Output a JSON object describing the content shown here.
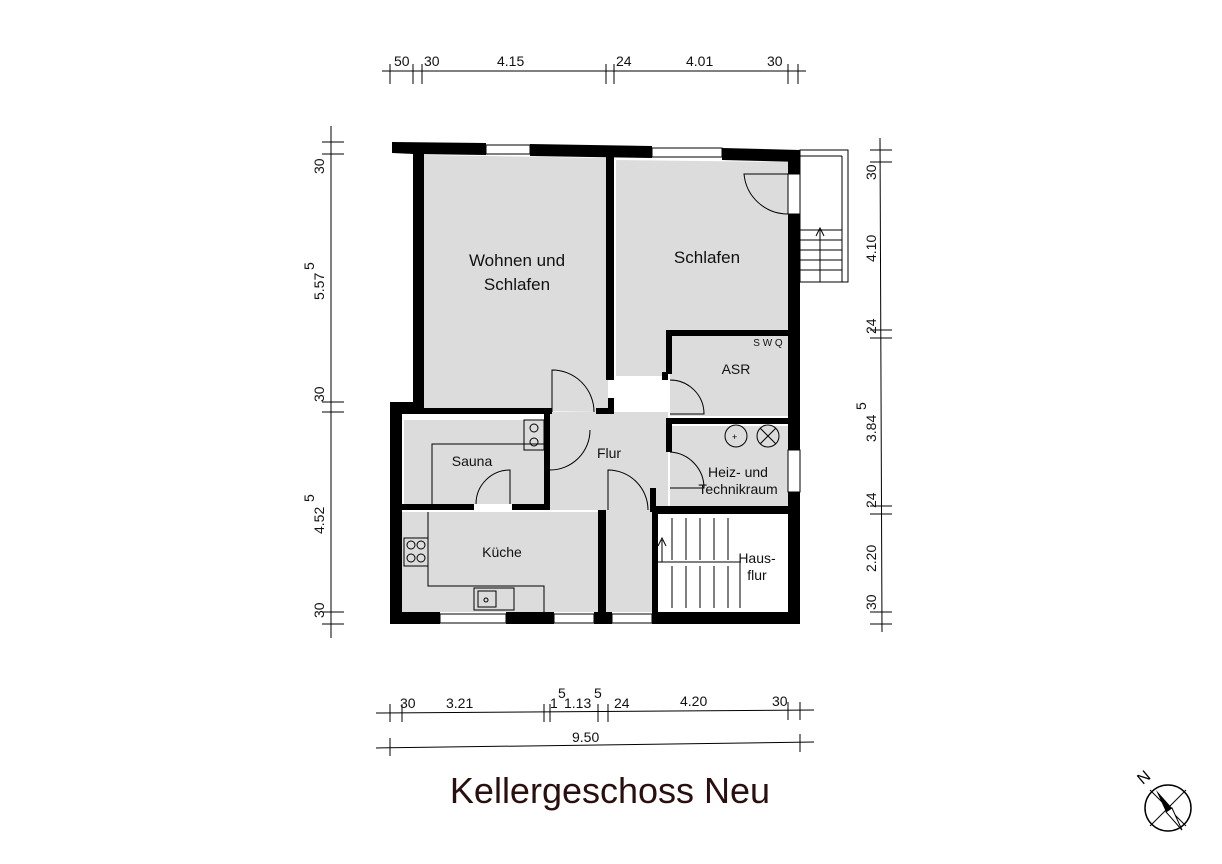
{
  "title": "Kellergeschoss Neu",
  "rooms": {
    "wohnen_line1": "Wohnen und",
    "wohnen_line2": "Schlafen",
    "schlafen": "Schlafen",
    "asr": "ASR",
    "asr_appliances": "S W   Q",
    "heiz_line1": "Heiz- und",
    "heiz_line2": "Technikraum",
    "flur": "Flur",
    "sauna": "Sauna",
    "kueche": "Küche",
    "hausflur_line1": "Haus-",
    "hausflur_line2": "flur"
  },
  "dimensions": {
    "top": [
      "50",
      "30",
      "4.15",
      "24",
      "4.01",
      "30"
    ],
    "bottom": [
      "30",
      "3.21",
      "1",
      "5",
      "1.13",
      "5",
      "24",
      "4.20",
      "30"
    ],
    "bottom_total": "9.50",
    "left": [
      "30",
      "5.57",
      "5",
      "30",
      "4.52",
      "5",
      "30"
    ],
    "right": [
      "30",
      "4.10",
      "24",
      "3.84",
      "5",
      "24",
      "2.20",
      "30"
    ]
  },
  "compass": {
    "north_label": "N"
  },
  "colors": {
    "wall": "#000000",
    "floor": "#dcdcdc",
    "title": "#2a0f0f"
  }
}
